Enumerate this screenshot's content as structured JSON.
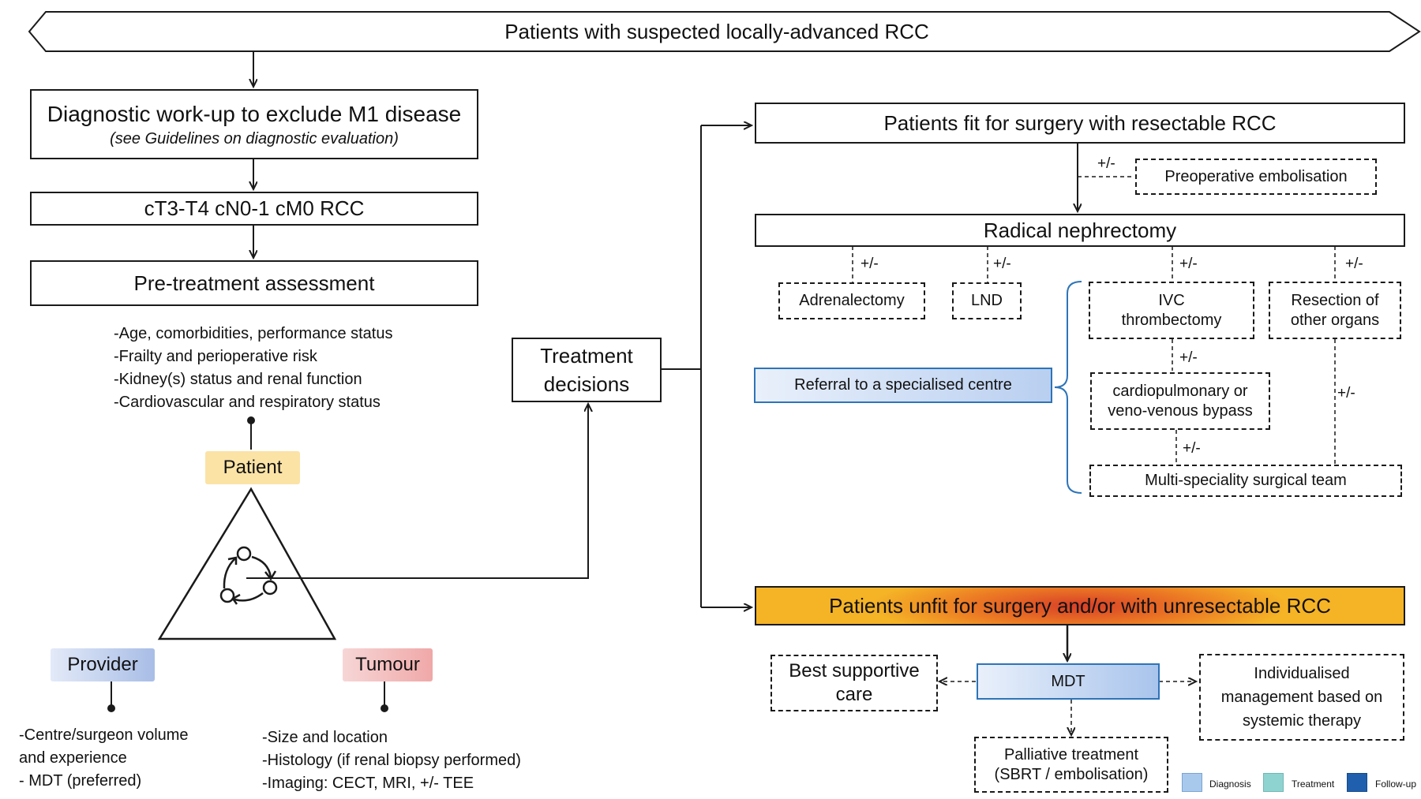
{
  "header": "Patients with suspected locally-advanced RCC",
  "left": {
    "workup_title": "Diagnostic work-up to exclude M1 disease",
    "workup_sub": "(see Guidelines on diagnostic evaluation)",
    "stage": "cT3-T4 cN0-1 cM0 RCC",
    "assessment": "Pre-treatment assessment",
    "patient_factors": [
      "-Age, comorbidities, performance status",
      "-Frailty and perioperative risk",
      "-Kidney(s) status and renal function",
      "-Cardiovascular and respiratory status"
    ],
    "patient_label": "Patient",
    "provider_label": "Provider",
    "tumour_label": "Tumour",
    "provider_factors": [
      "-Centre/surgeon volume",
      "and experience",
      "- MDT (preferred)"
    ],
    "tumour_factors": [
      "-Size and location",
      "-Histology (if renal biopsy performed)",
      "-Imaging: CECT, MRI, +/- TEE"
    ]
  },
  "center": {
    "decisions_line1": "Treatment",
    "decisions_line2": "decisions"
  },
  "right": {
    "fit": "Patients fit for surgery with resectable RCC",
    "embolisation": "Preoperative embolisation",
    "nephrectomy": "Radical nephrectomy",
    "adrenalectomy": "Adrenalectomy",
    "lnd": "LND",
    "ivc_line1": "IVC",
    "ivc_line2": "thrombectomy",
    "resection_line1": "Resection of",
    "resection_line2": "other organs",
    "referral": "Referral to a specialised centre",
    "bypass_line1": "cardiopulmonary or",
    "bypass_line2": "veno-venous bypass",
    "team": "Multi-speciality surgical team",
    "optional": "+/-",
    "unfit": "Patients unfit for surgery and/or with unresectable RCC",
    "mdt": "MDT",
    "bsc_line1": "Best supportive",
    "bsc_line2": "care",
    "indiv_line1": "Individualised",
    "indiv_line2": "management based on",
    "indiv_line3": "systemic therapy",
    "palliative_line1": "Palliative treatment",
    "palliative_line2": "(SBRT / embolisation)"
  },
  "legend": [
    {
      "label": "Diagnosis",
      "color": "#a9c9ec"
    },
    {
      "label": "Treatment",
      "color": "#8fd3d0"
    },
    {
      "label": "Follow-up",
      "color": "#1f5fae"
    }
  ],
  "colors": {
    "patient": "#fbe3a6",
    "provider": "#a8bde6",
    "tumour": "#f0a8a8",
    "referral": "#b9cff0",
    "mdt": "#a9c4ec",
    "unfit_edge": "#f5b326",
    "unfit_center": "#d83f28",
    "blue_border": "#2d74b8"
  }
}
